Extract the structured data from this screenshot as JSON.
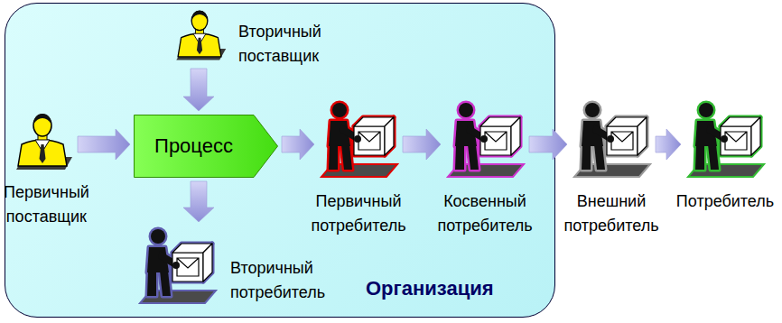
{
  "diagram": {
    "nodes": [
      {
        "text": [
          "Организация"
        ]
      },
      {
        "text": [
          "Первичный поставщик"
        ],
        "in": 0
      },
      {
        "text": [
          "Вторичный поставщик"
        ],
        "in": 0
      },
      {
        "text": [
          "Процесс"
        ],
        "in": 0
      },
      {
        "text": [
          "Вторичный потребитель"
        ],
        "in": 0
      },
      {
        "text": [
          "Первичный потребитель"
        ],
        "in": 0
      },
      {
        "text": [
          "Косвенный потребитель"
        ],
        "in": 0
      },
      {
        "text": [
          "Внешний потребитель"
        ]
      },
      {
        "text": [
          "Потребитель"
        ]
      }
    ],
    "edges": [
      {
        "from": 1,
        "to": 3,
        "arrow": "to"
      },
      {
        "from": 2,
        "to": 3,
        "arrow": "to"
      },
      {
        "from": 3,
        "to": 4,
        "arrow": "to"
      },
      {
        "from": 3,
        "to": 5,
        "arrow": "to"
      },
      {
        "from": 5,
        "to": 6,
        "arrow": "to"
      },
      {
        "from": 6,
        "to": 7,
        "arrow": "to"
      },
      {
        "from": 7,
        "to": 8,
        "arrow": "to"
      }
    ]
  }
}
